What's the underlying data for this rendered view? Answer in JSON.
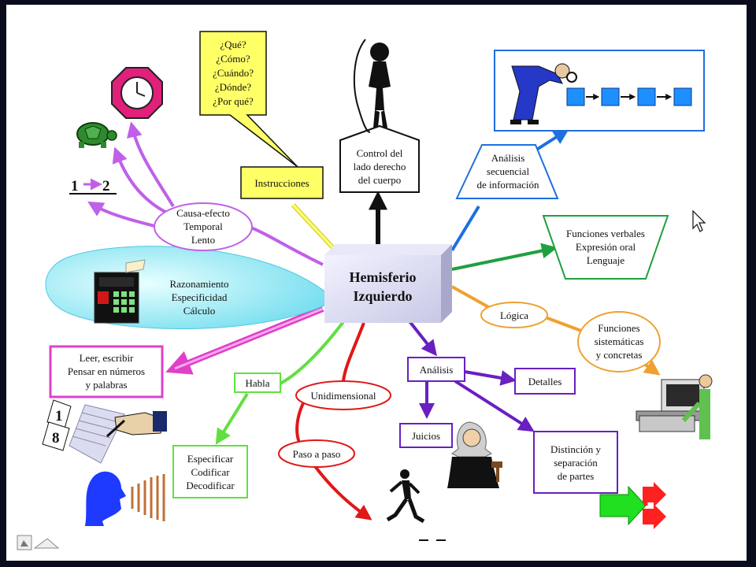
{
  "center": {
    "line1": "Hemisferio",
    "line2": "Izquierdo"
  },
  "questions": [
    "¿Qué?",
    "¿Cómo?",
    "¿Cuándo?",
    "¿Dónde?",
    "¿Por qué?"
  ],
  "instrucciones": "Instrucciones",
  "control": [
    "Control del",
    "lado derecho",
    "del cuerpo"
  ],
  "secuencial": [
    "Análisis",
    "secuencial",
    "de información"
  ],
  "verbales": [
    "Funciones verbales",
    "Expresión oral",
    "Lenguaje"
  ],
  "logica": "Lógica",
  "sistematicas": [
    "Funciones",
    "sistemáticas",
    "y concretas"
  ],
  "causa": [
    "Causa-efecto",
    "Temporal",
    "Lento"
  ],
  "razonamiento": [
    "Razonamiento",
    "Especificidad",
    "Cálculo"
  ],
  "leer": [
    "Leer, escribir",
    "Pensar en números",
    "y palabras"
  ],
  "habla": "Habla",
  "especificar": [
    "Especificar",
    "Codificar",
    "Decodificar"
  ],
  "unidimensional": "Unidimensional",
  "paso": "Paso a paso",
  "analisis": "Análisis",
  "detalles": "Detalles",
  "juicios": "Juicios",
  "distincion": [
    "Distinción y",
    "separación",
    "de partes"
  ],
  "sequence_label": [
    "1",
    "2"
  ],
  "note_digits": [
    "1",
    "8"
  ],
  "colors": {
    "violet": "#c060e8",
    "magenta": "#e040c8",
    "blue": "#1e6fe0",
    "green": "#20a040",
    "orange": "#f0a030",
    "red": "#e01818",
    "purple": "#6a1fc0",
    "lime": "#60e040",
    "black": "#111111",
    "yellow": "#ffff66"
  }
}
